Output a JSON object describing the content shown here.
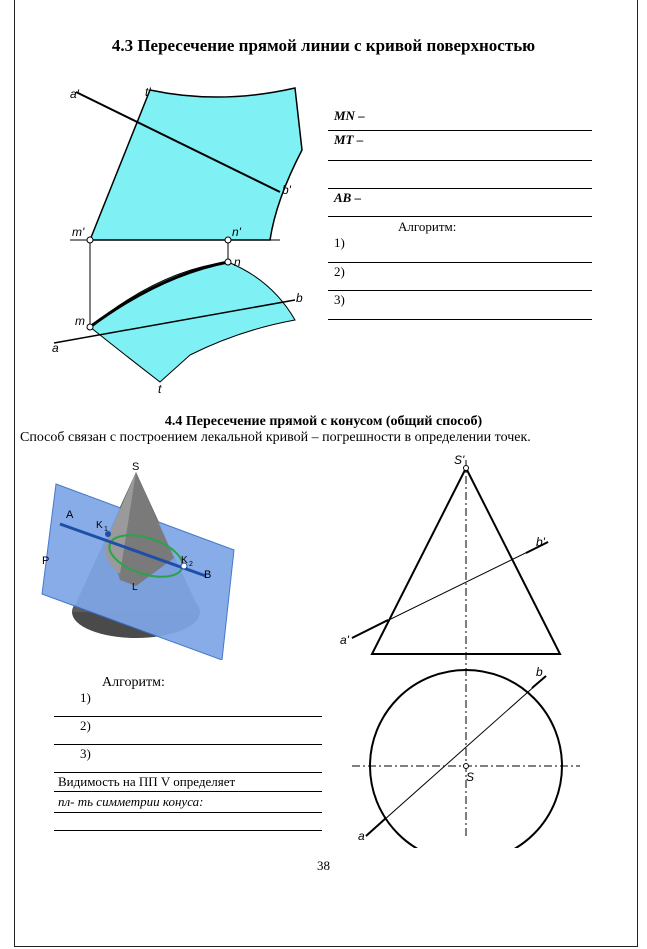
{
  "section_43": {
    "title": "4.3 Пересечение прямой линии с кривой поверхностью",
    "fig_labels": {
      "a1": "a'",
      "t1": "t'",
      "b1": "b'",
      "m1": "m'",
      "n1": "n'",
      "n": "n",
      "m": "m",
      "b": "b",
      "a": "a",
      "t": "t"
    },
    "answers": [
      {
        "label": "MN –"
      },
      {
        "label": "MT –"
      },
      {
        "label": "AB –"
      }
    ],
    "algorithm_title": "Алгоритм:",
    "steps": [
      "1)",
      "2)",
      "3)"
    ]
  },
  "section_44": {
    "title": "4.4 Пересечение прямой с конусом (общий способ)",
    "intro": "Способ связан с построением лекальной кривой – погрешности в определении точек.",
    "cone_labels": {
      "S": "S",
      "A": "A",
      "K1": "K",
      "K1_sub": "1",
      "K2": "K",
      "K2_sub": "2",
      "B": "B",
      "P": "P",
      "L": "L"
    },
    "proj_labels": {
      "S1": "S'",
      "b1": "b'",
      "a1": "a'",
      "b": "b",
      "S": "S",
      "a": "a"
    },
    "algorithm_title": "Алгоритм:",
    "steps": [
      "1)",
      "2)",
      "3)"
    ],
    "visibility_text": "Видимость на ПП V определяет",
    "symmetry_text": "пл- ть симметрии конуса:"
  },
  "page_number": "38",
  "colors": {
    "surface": "#7ff0f4",
    "plane": "#7fa6e6",
    "cone_dark": "#4a4a4a",
    "ellipse": "#2aa34a"
  }
}
